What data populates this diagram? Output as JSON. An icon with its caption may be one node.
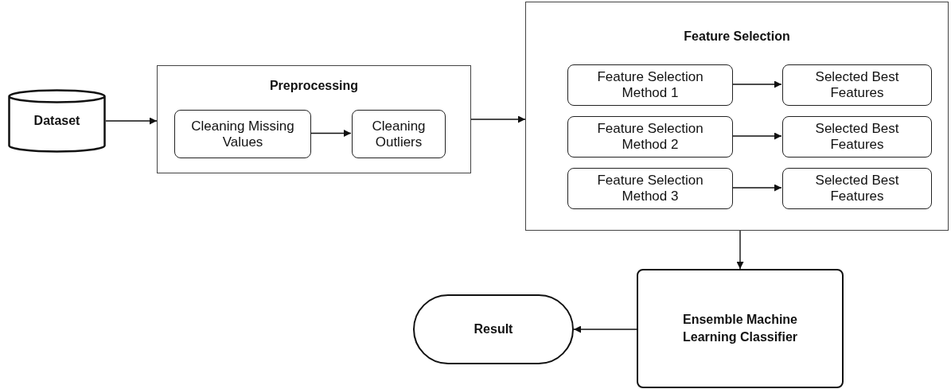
{
  "diagram": {
    "nodes": [
      {
        "text": [
          "Dataset"
        ]
      },
      {
        "text": [
          "Preprocessing"
        ]
      },
      {
        "text": [
          "Cleaning Missing Values"
        ],
        "in": 1
      },
      {
        "text": [
          "Cleaning Outliers"
        ],
        "in": 1
      },
      {
        "text": [
          "Feature Selection"
        ]
      },
      {
        "text": [
          "Feature Selection Method 1"
        ],
        "in": 4
      },
      {
        "text": [
          "Selected Best Features"
        ],
        "in": 4
      },
      {
        "text": [
          "Feature Selection Method 2"
        ],
        "in": 4
      },
      {
        "text": [
          "Selected Best Features"
        ],
        "in": 4
      },
      {
        "text": [
          "Feature Selection Method 3"
        ],
        "in": 4
      },
      {
        "text": [
          "Selected Best Features"
        ],
        "in": 4
      },
      {
        "text": [
          "Ensemble Machine Learning Classifier"
        ]
      },
      {
        "text": [
          "Result"
        ]
      }
    ],
    "edges": [
      {
        "from": 0,
        "to": 1,
        "arrow": "to"
      },
      {
        "from": 2,
        "to": 3,
        "arrow": "to"
      },
      {
        "from": 1,
        "to": 4,
        "arrow": "to"
      },
      {
        "from": 5,
        "to": 6,
        "arrow": "to"
      },
      {
        "from": 7,
        "to": 8,
        "arrow": "to"
      },
      {
        "from": 9,
        "to": 10,
        "arrow": "to"
      },
      {
        "from": 4,
        "to": 11,
        "arrow": "to"
      },
      {
        "from": 11,
        "to": 12,
        "arrow": "to"
      }
    ]
  }
}
